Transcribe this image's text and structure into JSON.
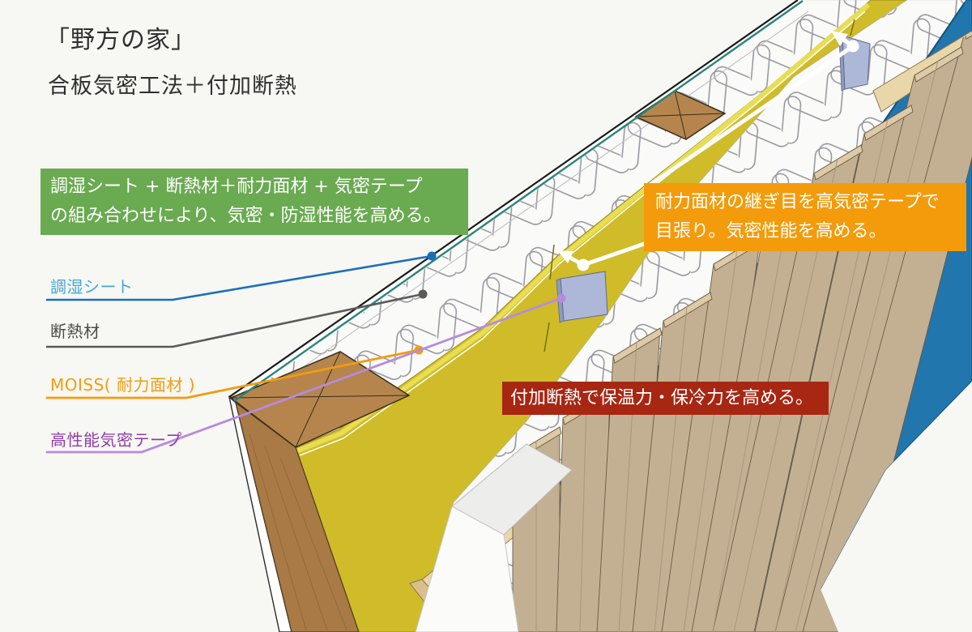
{
  "title": "「野方の家」",
  "subtitle": "合板気密工法＋付加断熱",
  "callouts": {
    "green": {
      "line1": "調湿シート + 断熱材＋耐力面材 + 気密テープ",
      "line2": "の組み合わせにより、気密・防湿性能を高める。",
      "color": "#6aaa51",
      "text_color": "#ffffff"
    },
    "orange": {
      "line1": "耐力面材の継ぎ目を高気密テープで",
      "line2": "目張り。気密性能を高める。",
      "color": "#f39b0b",
      "text_color": "#ffffff"
    },
    "red": {
      "line1": "付加断熱で保温力・保冷力を高める。",
      "color": "#a72713",
      "text_color": "#ffffff"
    }
  },
  "labels": [
    {
      "text": "調湿シート",
      "color": "#3fa8dc",
      "line_color": "#1b6fb8"
    },
    {
      "text": "断熱材",
      "color": "#4a4a4a",
      "line_color": "#5a5a5a"
    },
    {
      "text": "MOISS( 耐力面材 )",
      "color": "#f39c0d",
      "line_color": "#f39c0d"
    },
    {
      "text": "高性能気密テープ",
      "color": "#8f3da8",
      "line_color": "#b78ae0"
    }
  ],
  "materials": {
    "background": "#f7f7f3",
    "outer_line": "#1a1a1a",
    "sheet_teal_line": "#2a8577",
    "insulation_white": "#fafaf8",
    "insulation_stroke": "#95959d",
    "moiss_yellow": "#cfbc28",
    "moiss_edge_highlight": "#e9dd52",
    "tape_face": "#adb8d8",
    "tape_edge": "#8d99bd",
    "weather_sheet_blue": "#2176ae",
    "weather_sheet_edge": "#14517c",
    "stud_wood": "#b5854d",
    "stud_wood_front": "#a97a45",
    "batten_wood": "#e9d7aa",
    "siding_wood": "#c3b093",
    "siding_wood_top": "#dccaa8",
    "arrow_white": "#ffffff"
  }
}
